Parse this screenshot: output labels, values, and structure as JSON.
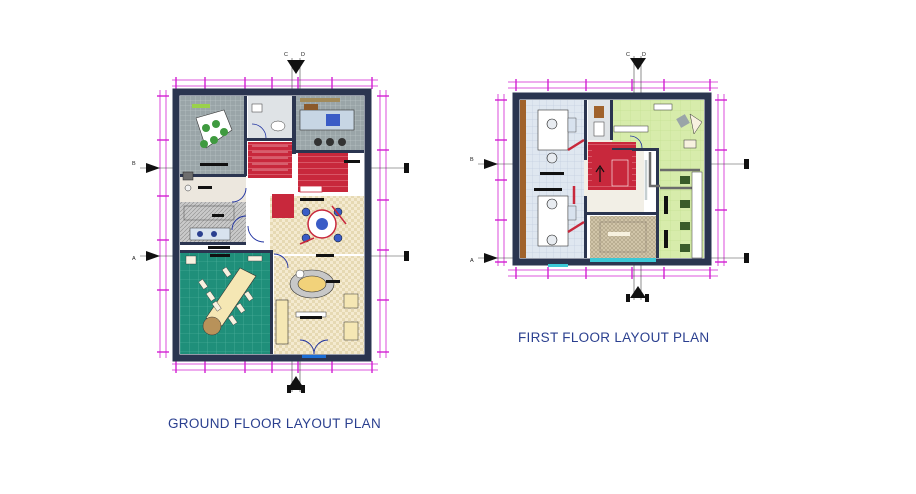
{
  "captions": {
    "ground": "GROUND FLOOR LAYOUT PLAN",
    "first": "FIRST FLOOR LAYOUT PLAN"
  },
  "grid_labels": {
    "c": "C",
    "d": "D",
    "a": "A",
    "b": "B"
  },
  "colors": {
    "wall": "#2b3550",
    "dim": "#d21fd2",
    "teal": "#1f8f7a",
    "stair_red": "#c8283c",
    "green": "#cfe7a1",
    "cream": "#f7ecc8",
    "blue_floor": "#d8e2ee",
    "caption": "#2a3f8f"
  }
}
